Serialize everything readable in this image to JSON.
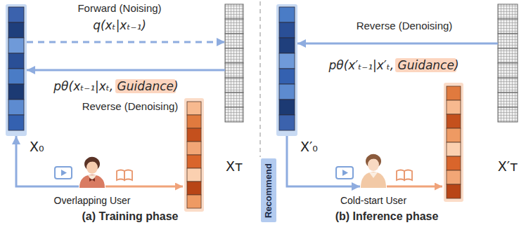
{
  "diagram": {
    "nodes": [
      {
        "text": [
          "X₀"
        ]
      },
      {
        "text": [
          "Xᴛ"
        ]
      },
      {
        "text": [
          "Overlapping User"
        ]
      },
      {
        "text": [
          "X′₀"
        ]
      },
      {
        "text": [
          "X′ᴛ"
        ]
      },
      {
        "text": [
          "Recommend"
        ]
      },
      {
        "text": [
          "Cold-start User"
        ]
      }
    ],
    "edges": [
      {
        "from": 0,
        "to": 1,
        "arrow": "to"
      },
      {
        "from": 1,
        "to": 0,
        "arrow": "to"
      },
      {
        "from": 2,
        "to": 0,
        "arrow": "to"
      },
      {
        "from": 4,
        "to": 3,
        "arrow": "to"
      },
      {
        "from": 3,
        "to": 6,
        "arrow": "to"
      }
    ],
    "labels": [
      "Forward (Noising)",
      "q(xₜ|xₜ₋₁)",
      "pθ(xₜ₋₁|xₜ, Guidance)",
      "Reverse (Denoising)",
      "(a) Training phase",
      "Reverse (Denoising)",
      "pθ(x′ₜ₋₁|x′ₜ, Guidance)",
      "(b) Inference phase"
    ]
  }
}
